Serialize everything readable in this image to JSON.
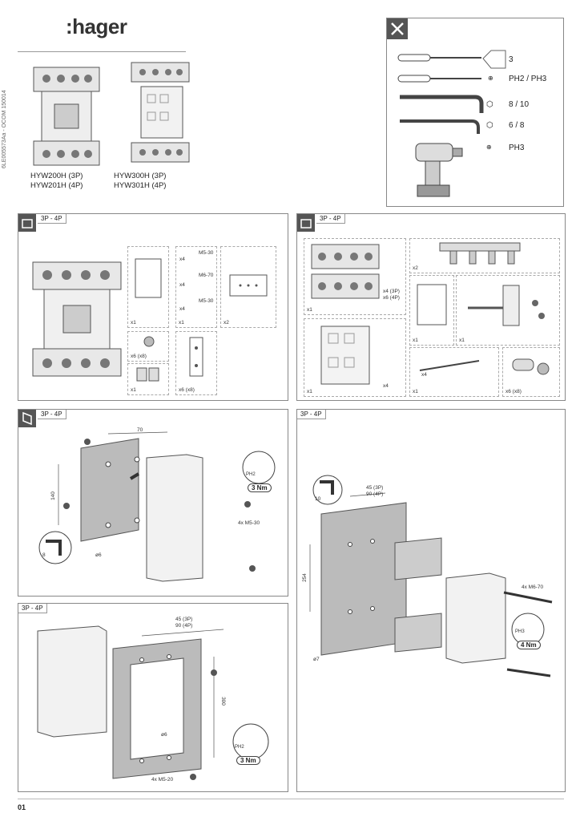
{
  "header": {
    "logo": ":hager",
    "vertical_code": "6LE005573Aa - OCOM 150014",
    "models_left": [
      "HYW200H (3P)",
      "HYW201H (4P)"
    ],
    "models_right": [
      "HYW300H (3P)",
      "HYW301H (4P)"
    ]
  },
  "tools": {
    "items": [
      {
        "label": "3",
        "icon": "flat-screwdriver-icon"
      },
      {
        "label": "PH2 / PH3",
        "icon": "phillips-screwdriver-icon"
      },
      {
        "label": "8 / 10",
        "icon": "socket-wrench-icon"
      },
      {
        "label": "6 / 8",
        "icon": "hex-key-icon"
      },
      {
        "label": "PH3",
        "icon": "power-drill-icon"
      }
    ]
  },
  "panel_kit_left": {
    "tag": "3P - 4P",
    "items": [
      {
        "qty": "x1"
      },
      {
        "qty": "x1",
        "screws": [
          "M5-30",
          "M6-70",
          "M5-30"
        ],
        "counts": [
          "x4",
          "x4",
          "x4"
        ]
      },
      {
        "qty": "x2"
      },
      {
        "qty": "x6 (x8)"
      },
      {
        "qty": "x1"
      },
      {
        "qty": "x6 (x8)"
      }
    ]
  },
  "panel_kit_right": {
    "tag": "3P - 4P",
    "qty_top": "x2",
    "qty_a": "x1",
    "qty_b": "x1",
    "qty_c": "x1",
    "screw_count": [
      "x4 (3P)",
      "x6 (4P)"
    ],
    "screw_count2": "x4",
    "rod_count": "x4",
    "qty_d": "x1",
    "qty_e": "x6 (x8)",
    "qty_f": "x1"
  },
  "panel_mount1": {
    "tag": "3P - 4P",
    "dim_width": "70",
    "dim_height": "140",
    "hole": "ø6",
    "hex": "8",
    "torque": "3 Nm",
    "driver": "PH2",
    "screws": "4x M5-30"
  },
  "panel_mount2": {
    "tag": "3P - 4P",
    "dim_w1": "45 (3P)",
    "dim_w2": "90 (4P)",
    "dim_height": "254",
    "hole": "ø7",
    "socket": "10",
    "torque": "4 Nm",
    "driver": "PH3",
    "screws": "4x M6-70"
  },
  "panel_mount3": {
    "tag": "3P - 4P",
    "dim_w1": "45 (3P)",
    "dim_w2": "90 (4P)",
    "dim_height": "300",
    "hole": "ø6",
    "torque": "3 Nm",
    "driver": "PH2",
    "screws": "4x M5-20"
  },
  "footer": {
    "page": "01"
  }
}
